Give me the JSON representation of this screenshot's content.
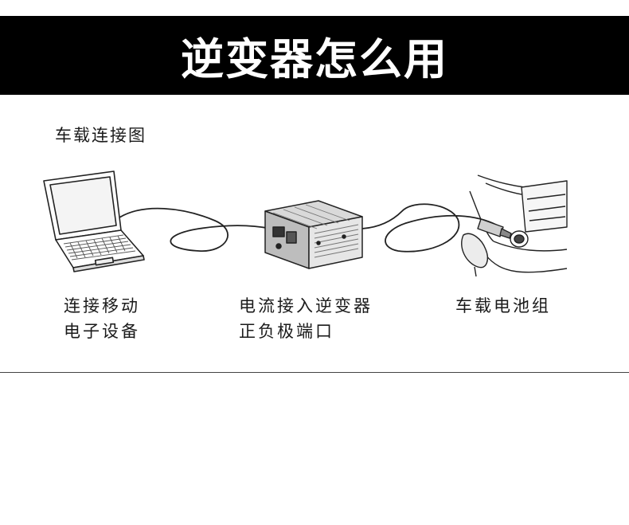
{
  "header": {
    "title": "逆变器怎么用"
  },
  "section": {
    "subtitle": "车载连接图"
  },
  "captions": {
    "device": [
      "连接移动",
      "电子设备"
    ],
    "inverter": [
      "电流接入逆变器",
      "正负极端口"
    ],
    "battery": [
      "车载电池组"
    ]
  },
  "colors": {
    "header_bg": "#000000",
    "header_text": "#ffffff",
    "line": "#222222"
  },
  "icons": {
    "device": "laptop-icon",
    "inverter": "inverter-icon",
    "battery": "car-socket-icon"
  }
}
